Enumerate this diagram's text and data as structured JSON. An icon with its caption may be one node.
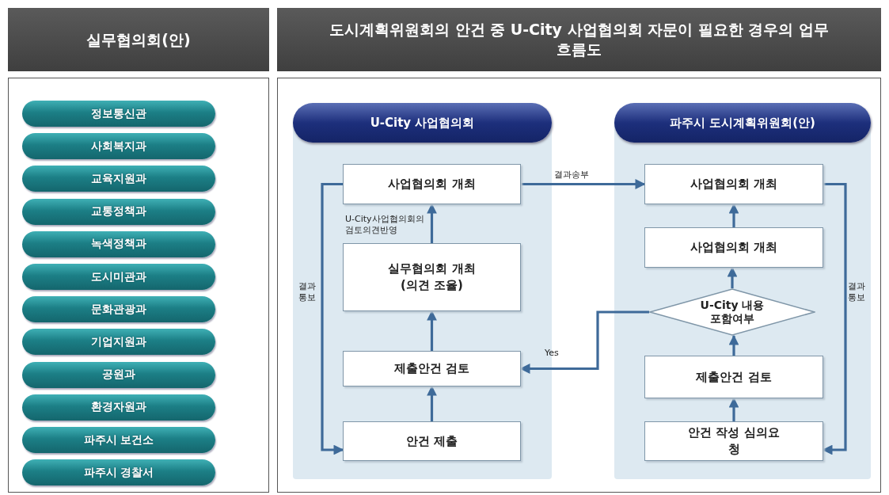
{
  "diagram": {
    "nodes": [
      {
        "text": [
          "실무협의회(안)"
        ]
      },
      {
        "text": [
          "도시계획위원회의 안건 중 U-City 사업협의회 자문이 필요한 경우의 업무 흐름도"
        ]
      },
      {
        "text": [
          "정보통신관"
        ]
      },
      {
        "text": [
          "사회복지과"
        ]
      },
      {
        "text": [
          "교육지원과"
        ]
      },
      {
        "text": [
          "교통정책과"
        ]
      },
      {
        "text": [
          "녹색정책과"
        ]
      },
      {
        "text": [
          "도시미관과"
        ]
      },
      {
        "text": [
          "문화관광과"
        ]
      },
      {
        "text": [
          "기업지원과"
        ]
      },
      {
        "text": [
          "공원과"
        ]
      },
      {
        "text": [
          "환경자원과"
        ]
      },
      {
        "text": [
          "파주시 보건소"
        ]
      },
      {
        "text": [
          "파주시 경찰서"
        ]
      },
      {
        "text": [
          "U-City 사업협의회"
        ]
      },
      {
        "text": [
          "사업협의회 개최"
        ],
        "in": 14
      },
      {
        "text": [
          "실무협의회 개최 (의견 조율)"
        ],
        "in": 14
      },
      {
        "text": [
          "제출안건 검토"
        ],
        "in": 14
      },
      {
        "text": [
          "안건 제출"
        ],
        "in": 14
      },
      {
        "text": [
          "파주시 도시계획위원회(안)"
        ]
      },
      {
        "text": [
          "사업협의회 개최"
        ],
        "in": 19
      },
      {
        "text": [
          "사업협의회 개최"
        ],
        "in": 19
      },
      {
        "text": [
          "U-City 내용 포함여부"
        ],
        "in": 19
      },
      {
        "text": [
          "제출안건 검토"
        ],
        "in": 19
      },
      {
        "text": [
          "안건 작성 심의요청"
        ],
        "in": 19
      }
    ],
    "edges": [
      {
        "from": 18,
        "to": 17,
        "arrow": "to"
      },
      {
        "from": 17,
        "to": 16,
        "arrow": "to"
      },
      {
        "from": 16,
        "to": 15,
        "arrow": "to",
        "label": "U-City사업협의회의 검토의견반영"
      },
      {
        "from": 15,
        "to": 18,
        "arrow": "to",
        "label": "결과 통보"
      },
      {
        "from": 15,
        "to": 20,
        "arrow": "to",
        "label": "결과송부"
      },
      {
        "from": 24,
        "to": 23,
        "arrow": "to"
      },
      {
        "from": 23,
        "to": 22,
        "arrow": "to"
      },
      {
        "from": 22,
        "to": 21,
        "arrow": "to"
      },
      {
        "from": 21,
        "to": 20,
        "arrow": "to"
      },
      {
        "from": 20,
        "to": 24,
        "arrow": "to",
        "label": "결과 통보"
      },
      {
        "from": 22,
        "to": 17,
        "arrow": "to",
        "label": "Yes"
      }
    ]
  }
}
